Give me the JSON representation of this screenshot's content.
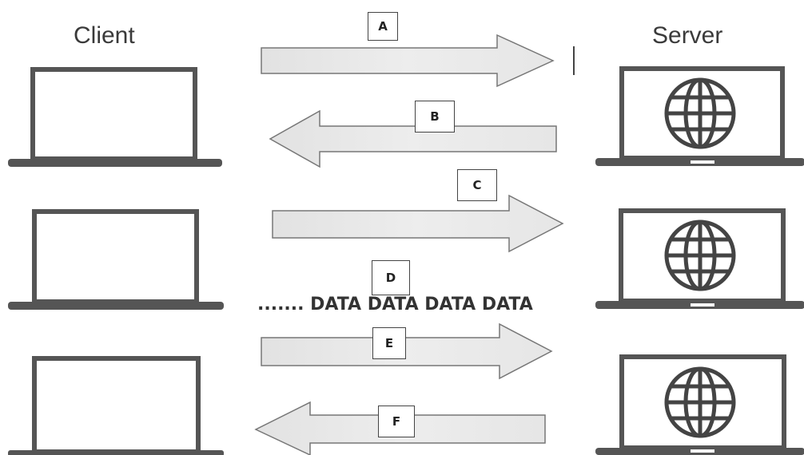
{
  "diagram": {
    "client_title": "Client",
    "server_title": "Server",
    "client_laptops": [
      "client-laptop-1",
      "client-laptop-2",
      "client-laptop-3"
    ],
    "server_laptops": [
      "server-laptop-1",
      "server-laptop-2",
      "server-laptop-3"
    ],
    "server_icon": "globe-icon",
    "arrows": [
      {
        "label": "A",
        "direction": "right"
      },
      {
        "label": "B",
        "direction": "left"
      },
      {
        "label": "C",
        "direction": "right"
      },
      {
        "label": "D",
        "direction": "none"
      },
      {
        "label": "E",
        "direction": "right"
      },
      {
        "label": "F",
        "direction": "left"
      }
    ],
    "data_text": "....... DATA DATA DATA DATA",
    "colors": {
      "arrow_fill": "#e8e8e8",
      "arrow_stroke": "#777777",
      "laptop": "#555555"
    }
  }
}
